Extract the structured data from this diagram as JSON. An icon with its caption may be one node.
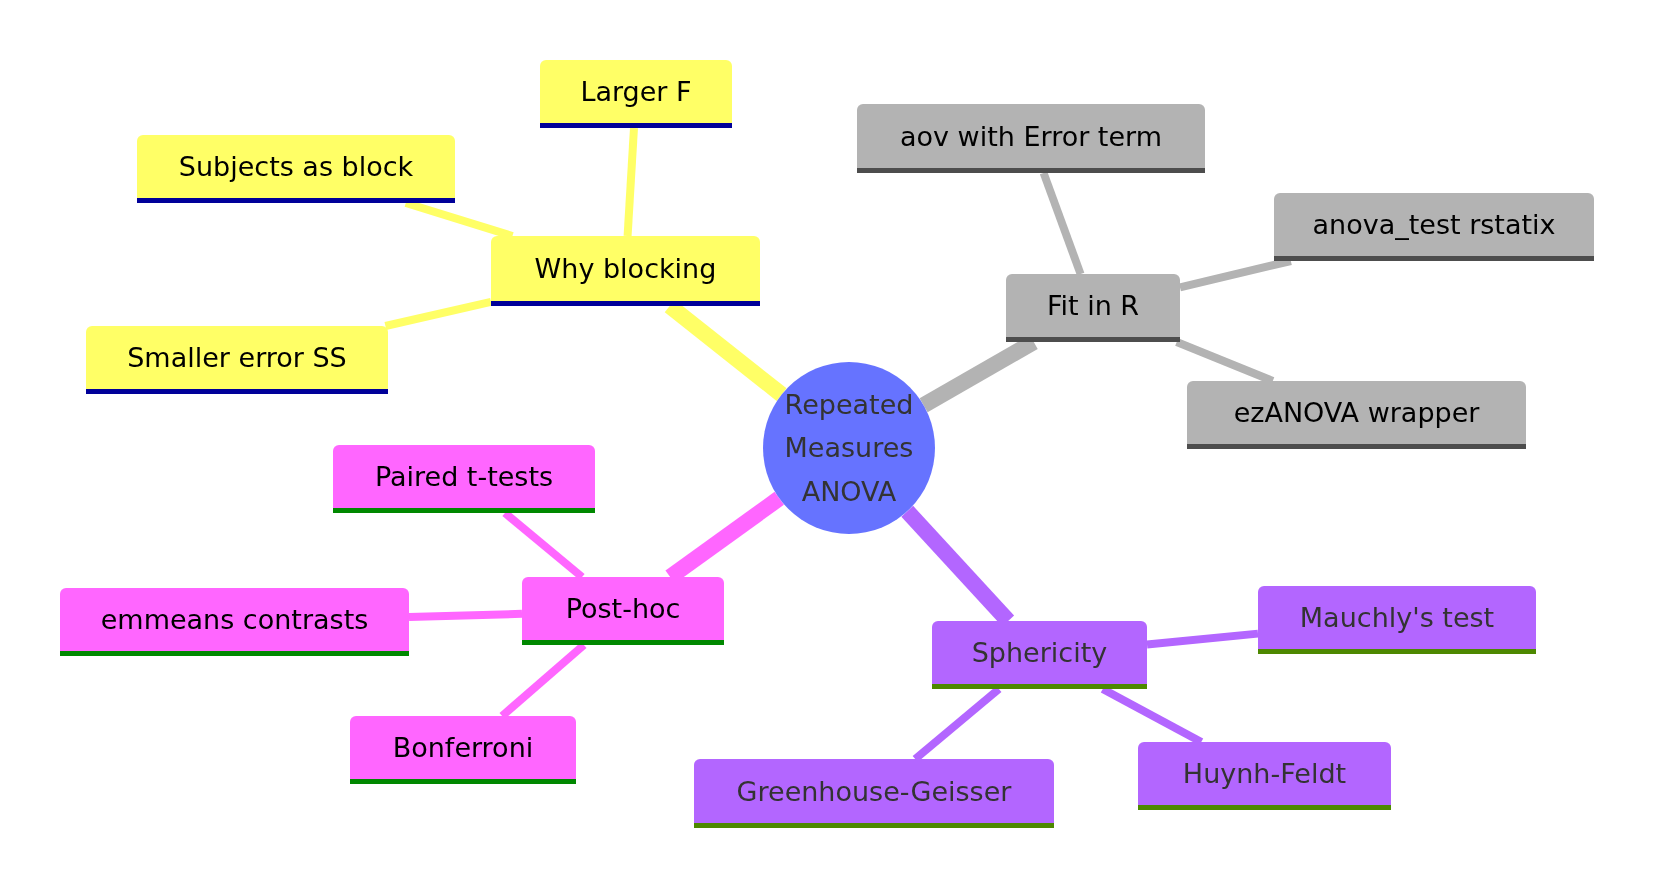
{
  "diagram": {
    "nodes": [
      {
        "text": [
          "Repeated Measures ANOVA"
        ]
      },
      {
        "text": [
          "Why blocking"
        ]
      },
      {
        "text": [
          "Larger F"
        ]
      },
      {
        "text": [
          "Subjects as block"
        ]
      },
      {
        "text": [
          "Smaller error SS"
        ]
      },
      {
        "text": [
          "Fit in R"
        ]
      },
      {
        "text": [
          "aov with Error term"
        ]
      },
      {
        "text": [
          "anova_test rstatix"
        ]
      },
      {
        "text": [
          "ezANOVA wrapper"
        ]
      },
      {
        "text": [
          "Post-hoc"
        ]
      },
      {
        "text": [
          "Paired t-tests"
        ]
      },
      {
        "text": [
          "emmeans contrasts"
        ]
      },
      {
        "text": [
          "Bonferroni"
        ]
      },
      {
        "text": [
          "Sphericity"
        ]
      },
      {
        "text": [
          "Mauchly's test"
        ]
      },
      {
        "text": [
          "Greenhouse-Geisser"
        ]
      },
      {
        "text": [
          "Huynh-Feldt"
        ]
      }
    ],
    "edges": [
      {
        "from": 0,
        "to": 1,
        "arrow": "none",
        "style": "thick",
        "color": "#ffff66"
      },
      {
        "from": 1,
        "to": 2,
        "arrow": "none",
        "color": "#ffff66"
      },
      {
        "from": 1,
        "to": 3,
        "arrow": "none",
        "color": "#ffff66"
      },
      {
        "from": 1,
        "to": 4,
        "arrow": "none",
        "color": "#ffff66"
      },
      {
        "from": 0,
        "to": 5,
        "arrow": "none",
        "style": "thick",
        "color": "#b3b3b3"
      },
      {
        "from": 5,
        "to": 6,
        "arrow": "none",
        "color": "#b3b3b3"
      },
      {
        "from": 5,
        "to": 7,
        "arrow": "none",
        "color": "#b3b3b3"
      },
      {
        "from": 5,
        "to": 8,
        "arrow": "none",
        "color": "#b3b3b3"
      },
      {
        "from": 0,
        "to": 9,
        "arrow": "none",
        "style": "thick",
        "color": "#ff66ff"
      },
      {
        "from": 9,
        "to": 10,
        "arrow": "none",
        "color": "#ff66ff"
      },
      {
        "from": 9,
        "to": 11,
        "arrow": "none",
        "color": "#ff66ff"
      },
      {
        "from": 9,
        "to": 12,
        "arrow": "none",
        "color": "#ff66ff"
      },
      {
        "from": 0,
        "to": 13,
        "arrow": "none",
        "style": "thick",
        "color": "#b366ff"
      },
      {
        "from": 13,
        "to": 14,
        "arrow": "none",
        "color": "#b366ff"
      },
      {
        "from": 13,
        "to": 15,
        "arrow": "none",
        "color": "#b366ff"
      },
      {
        "from": 13,
        "to": 16,
        "arrow": "none",
        "color": "#b366ff"
      }
    ]
  }
}
